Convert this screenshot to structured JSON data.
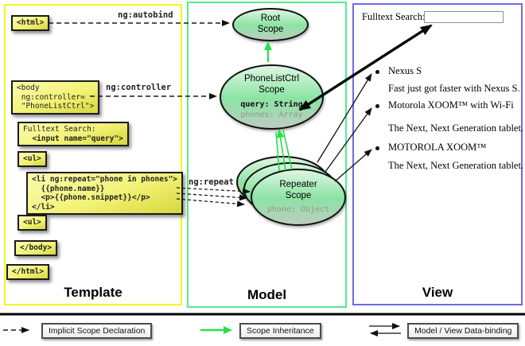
{
  "colors": {
    "template_border": "#f4f41e",
    "model_border": "#57e98f",
    "view_border": "#6c6ce8",
    "scope_fill_green": "#8ce3a4",
    "arrow_green": "#2adf48",
    "codebox_yellow": "#f2f276"
  },
  "edge_labels": {
    "autobind": "ng:autobind",
    "controller": "ng:controller",
    "repeat": "ng:repeat"
  },
  "template_column": {
    "label": "Template",
    "boxes": {
      "html_open": "<html>",
      "body_open": "<body\n ng:controller=\n \"PhoneListCtrl\">",
      "fulltext_line1": "Fulltext Search:",
      "fulltext_line2": "  <input name=\"query\">",
      "ul_open": "<ul>",
      "li_repeat": "<li ng:repeat=\"phone in phones\">\n  {{phone.name}}\n  <p>{{phone.snippet}}</p>\n</li>",
      "ul_close": "<ul>",
      "body_close": "</body>",
      "html_close": "</html>"
    }
  },
  "model_column": {
    "label": "Model",
    "root_scope": {
      "title": "Root\nScope"
    },
    "phonelist_scope": {
      "title": "PhoneListCtrl\nScope",
      "query": "query: String",
      "phones": "phones: Array"
    },
    "repeater_scope": {
      "title": "Repeater\nScope",
      "phone": "phone: Object"
    }
  },
  "view_column": {
    "label": "View",
    "fulltext_label": "Fulltext Search:",
    "search_value": "",
    "items": [
      {
        "title": "Nexus S",
        "snippet": "Fast just got faster with Nexus S."
      },
      {
        "title": "Motorola XOOM™ with Wi-Fi",
        "snippet": "The Next, Next Generation tablet."
      },
      {
        "title": "MOTOROLA XOOM™",
        "snippet": "The Next, Next Generation tablet."
      }
    ]
  },
  "legend": {
    "implicit": "Implicit Scope Declaration",
    "inheritance": "Scope Inheritance",
    "binding": "Model / View Data-binding"
  }
}
